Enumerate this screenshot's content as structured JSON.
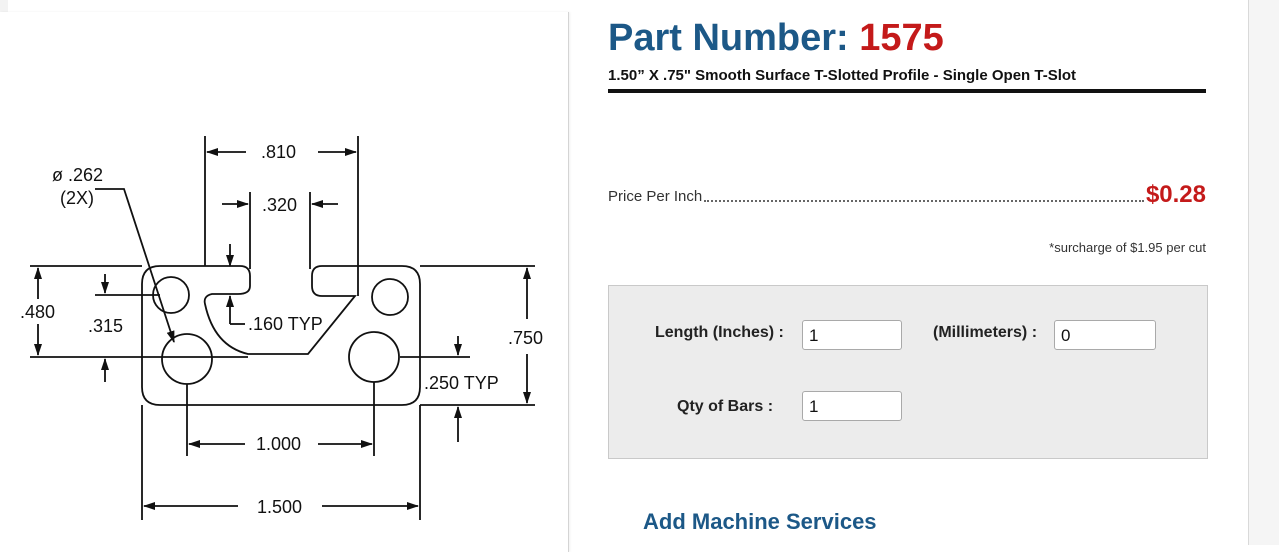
{
  "drawing": {
    "dim_810": ".810",
    "dim_320": ".320",
    "dim_hole_dia": "ø .262",
    "dim_hole_qty": "(2X)",
    "dim_480": ".480",
    "dim_315": ".315",
    "dim_160_typ": ".160 TYP",
    "dim_750": ".750",
    "dim_250_typ": ".250 TYP",
    "dim_1000": "1.000",
    "dim_1500": "1.500"
  },
  "header": {
    "part_label": "Part Number: ",
    "part_number": "1575",
    "subtitle": "1.50” X .75\" Smooth Surface T-Slotted Profile - Single Open T-Slot"
  },
  "pricing": {
    "label": "Price Per Inch",
    "value": "$0.28",
    "surcharge_note": "*surcharge of $1.95 per cut"
  },
  "form": {
    "length_label": "Length (Inches) :",
    "length_value": "1",
    "mm_label": "(Millimeters) :",
    "mm_value": "0",
    "qty_label": "Qty of Bars :",
    "qty_value": "1"
  },
  "services": {
    "link_label": "Add Machine Services"
  },
  "colors": {
    "brand_blue": "#1c5887",
    "accent_red": "#c41a1a",
    "panel_gray": "#ececec"
  }
}
